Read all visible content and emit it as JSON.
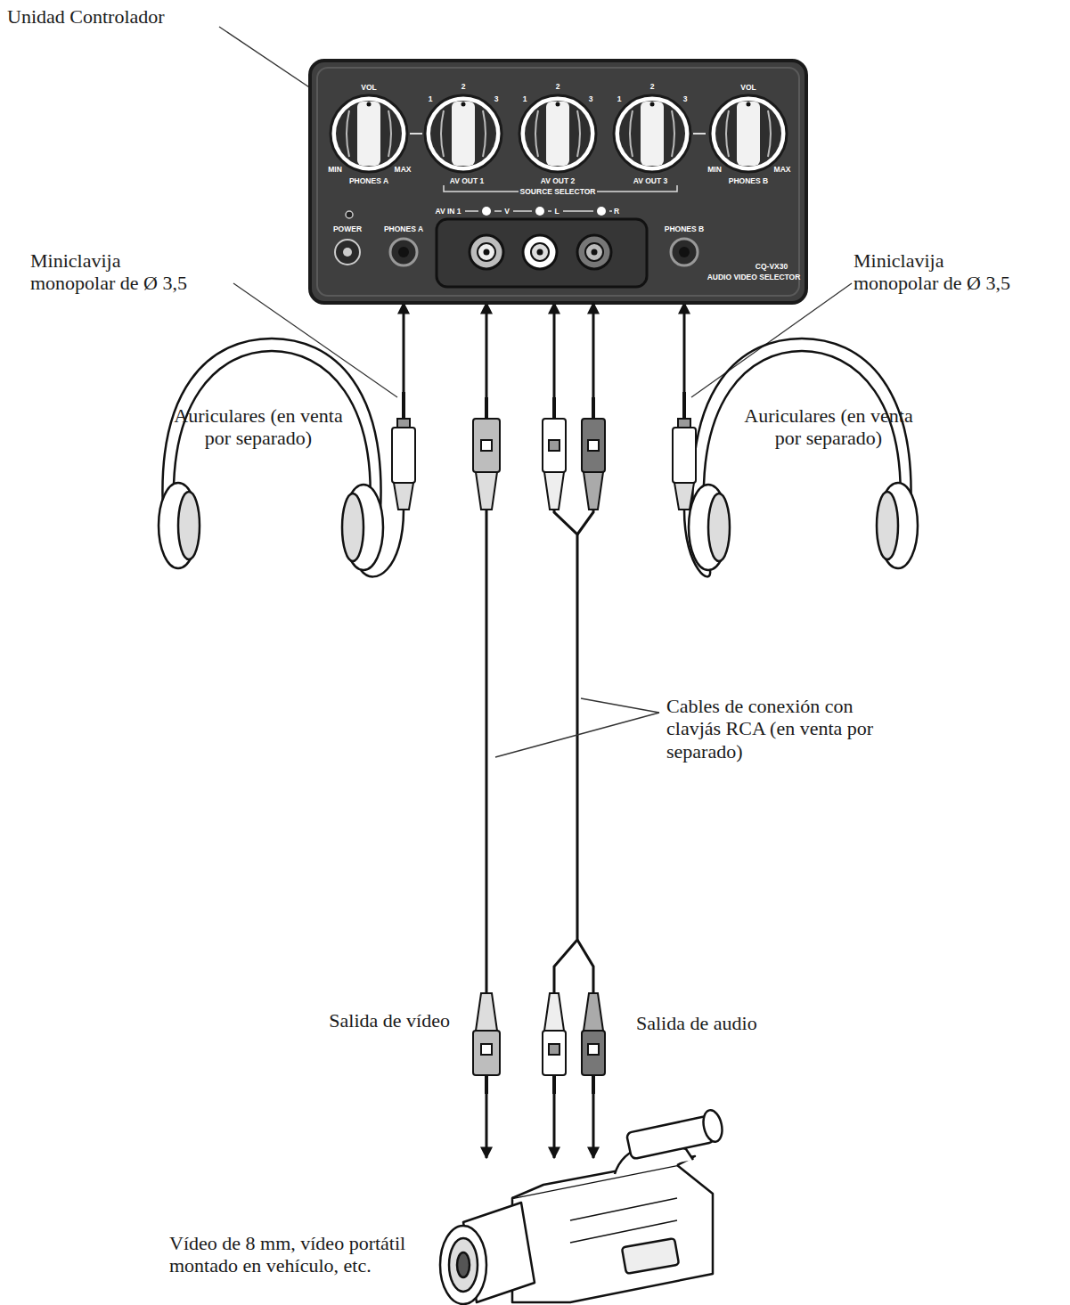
{
  "diagram": {
    "nodes": [
      {
        "text": [
          "VOL",
          "MIN",
          "MAX",
          "PHONES A",
          "1",
          "2",
          "3",
          "1",
          "2",
          "3",
          "1",
          "2",
          "3",
          "AV OUT 1",
          "AV OUT 2",
          "AV OUT 3",
          "SOURCE SELECTOR",
          "VOL",
          "MIN",
          "MAX",
          "PHONES B",
          "POWER",
          "PHONES A",
          "AV IN 1",
          "V",
          "L",
          "R",
          "PHONES B",
          "CQ-VX30",
          "AUDIO VIDEO SELECTOR"
        ]
      },
      {
        "text": [
          "Auriculares (en venta por separado)"
        ]
      },
      {
        "text": [
          "Auriculares (en venta por separado)"
        ]
      },
      {
        "text": [
          "Vídeo de 8 mm, vídeo portátil montado en vehículo, etc."
        ]
      }
    ],
    "edges": [
      {
        "from": 1,
        "to": 0,
        "arrow": "to"
      },
      {
        "from": 2,
        "to": 0,
        "arrow": "to"
      },
      {
        "from": 3,
        "to": 0,
        "arrow": "both"
      },
      {
        "from": 3,
        "to": 0,
        "arrow": "both"
      }
    ],
    "labels": [
      "Unidad Controlador",
      "Miniclavija monopolar de Ø 3,5",
      "Miniclavija monopolar de Ø 3,5",
      "Cables de conexión con clavjás RCA (en venta por separado)",
      "Salida de vídeo",
      "Salida de audio"
    ]
  }
}
